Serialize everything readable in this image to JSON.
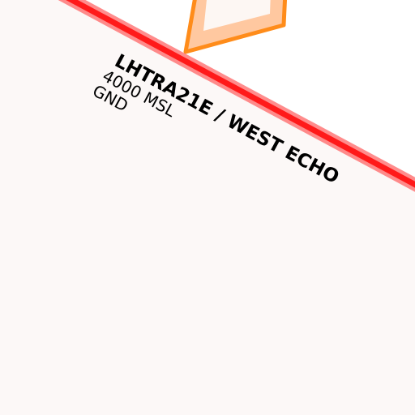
{
  "map": {
    "colors": {
      "background": "#ffffff",
      "restricted_area_fill": "#fcf8f7",
      "restricted_area_border": "#ff1a1a",
      "restricted_area_border_halo": "#ff6666",
      "small_zone_fill": "#fdf7f3",
      "small_zone_border": "#ff8c1a",
      "small_zone_inner": "#ffc8a0",
      "dashed_zone_fill": "#e6e6e6",
      "dashed_zone_border": "#000000"
    },
    "airspace": {
      "name": "LHTRA21E / WEST ECHO",
      "upper_limit": "4000 MSL",
      "lower_limit": "GND"
    }
  }
}
